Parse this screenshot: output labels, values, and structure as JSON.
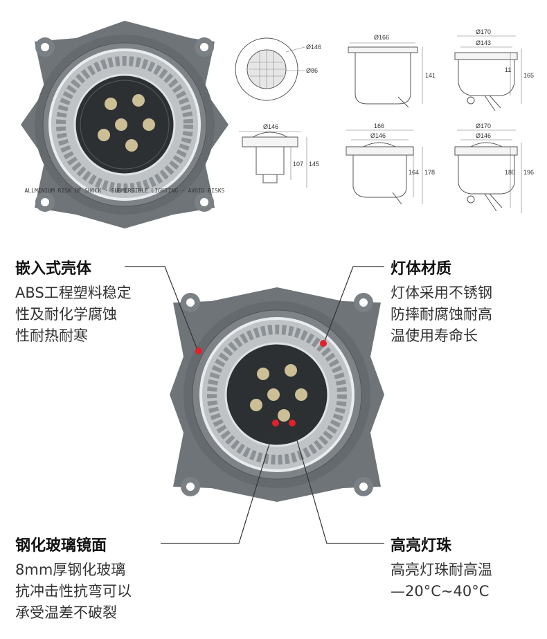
{
  "product_views": {
    "top_left_alt": "underwater pool light product photo",
    "colors": {
      "housing": "#6f7479",
      "ring": "#c8cbce",
      "lens": "#2c3033",
      "accent": "#e0212b"
    }
  },
  "ring_text": "ALLMINIUM RISK OF SHOCK · SUBMERSIBLE LIGHTING · AVOID RISKS",
  "drawings": [
    {
      "labels": [
        "Ø146",
        "Ø86"
      ]
    },
    {
      "labels": [
        "Ø166",
        "141"
      ]
    },
    {
      "labels": [
        "Ø170",
        "Ø143",
        "11",
        "165"
      ]
    },
    {
      "labels": [
        "Ø146",
        "107",
        "145"
      ]
    },
    {
      "labels": [
        "166",
        "Ø146",
        "164",
        "178"
      ]
    },
    {
      "labels": [
        "Ø170",
        "Ø146",
        "180",
        "196"
      ]
    }
  ],
  "features": [
    {
      "title": "嵌入式壳体",
      "desc": [
        "ABS工程塑料稳定",
        "性及耐化学腐蚀",
        "性耐热耐寒"
      ]
    },
    {
      "title": "灯体材质",
      "desc": [
        "灯体采用不锈钢",
        "防摔耐腐蚀耐高",
        "温使用寿命长"
      ]
    },
    {
      "title": "钢化玻璃镜面",
      "desc": [
        "8mm厚钢化玻璃",
        "抗冲击性抗弯可以",
        "承受温差不破裂"
      ]
    },
    {
      "title": "高亮灯珠",
      "desc": [
        "高亮灯珠耐高温",
        "—20°C~40°C"
      ]
    }
  ]
}
